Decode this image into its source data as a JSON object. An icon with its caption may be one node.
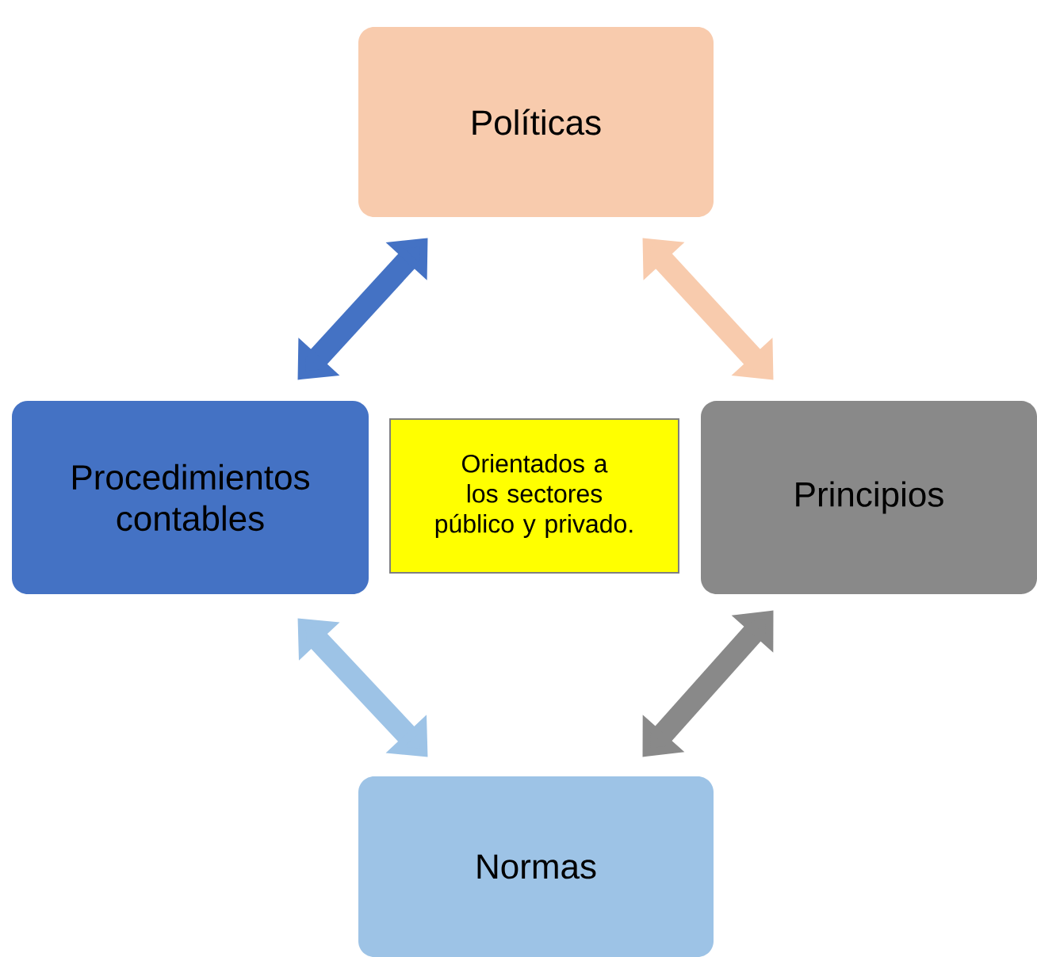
{
  "diagram": {
    "nodes": [
      {
        "text": [
          "Políticas"
        ]
      },
      {
        "text": [
          "Procedimientos contables"
        ]
      },
      {
        "text": [
          "Orientados a los sectores público y privado."
        ]
      },
      {
        "text": [
          "Principios"
        ]
      },
      {
        "text": [
          "Normas"
        ]
      }
    ],
    "edges": [
      {
        "from": 0,
        "to": 1,
        "arrow": "both",
        "color": "#4472c4"
      },
      {
        "from": 0,
        "to": 3,
        "arrow": "both",
        "color": "#f8cbad"
      },
      {
        "from": 1,
        "to": 4,
        "arrow": "both",
        "color": "#9dc3e6"
      },
      {
        "from": 3,
        "to": 4,
        "arrow": "both",
        "color": "#898989"
      }
    ]
  }
}
